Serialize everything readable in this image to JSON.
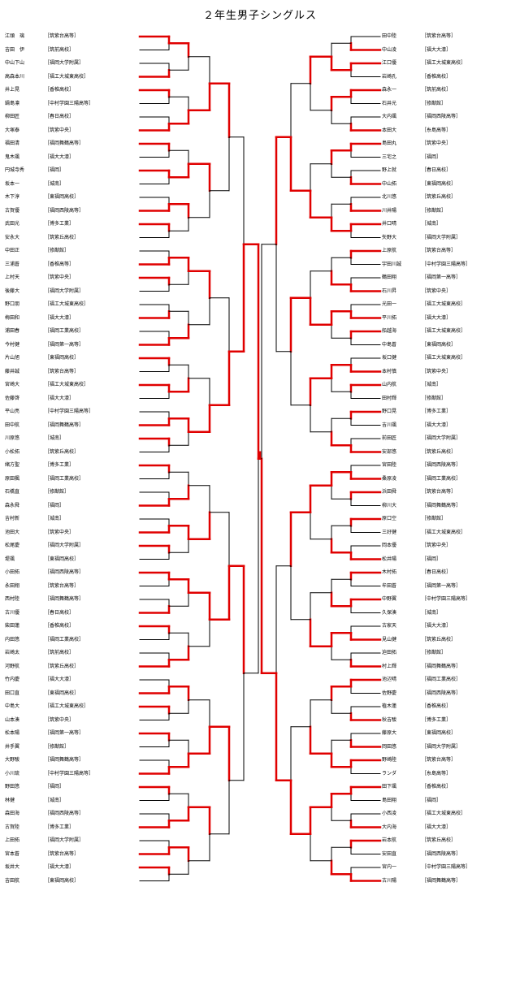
{
  "title": "２年生男子シングルス",
  "colors": {
    "win": "#e00000",
    "line": "#000000",
    "grid": "#c8c8c8"
  },
  "left_players": [
    {
      "name": "江頭　璃",
      "school": "［筑紫台高等］"
    },
    {
      "name": "吉田　伊",
      "school": "［筑前高校］"
    },
    {
      "name": "中山下山",
      "school": "［福岡大学附属］"
    },
    {
      "name": "高森本川",
      "school": "［福工大城東高校］"
    },
    {
      "name": "井上晃",
      "school": "［香椎高校］"
    },
    {
      "name": "鍋島凛",
      "school": "［中村学園三陽高等］"
    },
    {
      "name": "柳田匠",
      "school": "［春日高校］"
    },
    {
      "name": "大塚泰",
      "school": "［筑紫中央］"
    },
    {
      "name": "福田清",
      "school": "［福岡舞鶴高等］"
    },
    {
      "name": "鬼木颯",
      "school": "［福大大濠］"
    },
    {
      "name": "円城寺秀",
      "school": "［福岡］"
    },
    {
      "name": "坂本一",
      "school": "［城南］"
    },
    {
      "name": "木下淳",
      "school": "［東福岡高校］"
    },
    {
      "name": "古賀優",
      "school": "［福岡西陵高等］"
    },
    {
      "name": "武田光",
      "school": "［博多工業］"
    },
    {
      "name": "安永大",
      "school": "［筑紫丘高校］"
    },
    {
      "name": "中田正",
      "school": "［修猷館］"
    },
    {
      "name": "三浦蒼",
      "school": "［香椎高等］"
    },
    {
      "name": "上村天",
      "school": "［筑紫中央］"
    },
    {
      "name": "後藤大",
      "school": "［福岡大学附属］"
    },
    {
      "name": "野口朋",
      "school": "［福工大城東高校］"
    },
    {
      "name": "梅田和",
      "school": "［福大大濠］"
    },
    {
      "name": "浦田春",
      "school": "［福岡工業高校］"
    },
    {
      "name": "今村健",
      "school": "［福岡第一高等］"
    },
    {
      "name": "片山旭",
      "school": "［東福岡高校］"
    },
    {
      "name": "藤井誠",
      "school": "［筑紫台高等］"
    },
    {
      "name": "宮崎大",
      "school": "［福工大城東高校］"
    },
    {
      "name": "佐藤啓",
      "school": "［福大大濠］"
    },
    {
      "name": "平山亮",
      "school": "［中村学園三陽高等］"
    },
    {
      "name": "田中航",
      "school": "［福岡舞鶴高等］"
    },
    {
      "name": "川原悠",
      "school": "［城南］"
    },
    {
      "name": "小松拓",
      "school": "［筑紫丘高校］"
    },
    {
      "name": "緒方聖",
      "school": "［博多工業］"
    },
    {
      "name": "原田楓",
      "school": "［福岡工業高校］"
    },
    {
      "name": "石橋直",
      "school": "［修猷館］"
    },
    {
      "name": "森永舜",
      "school": "［福岡］"
    },
    {
      "name": "吉村新",
      "school": "［城南］"
    },
    {
      "name": "池田大",
      "school": "［筑紫中央］"
    },
    {
      "name": "松尾慶",
      "school": "［福岡大学附属］"
    },
    {
      "name": "堤颯",
      "school": "［東福岡高校］"
    },
    {
      "name": "小田拓",
      "school": "［福岡西陵高等］"
    },
    {
      "name": "永田翔",
      "school": "［筑紫台高等］"
    },
    {
      "name": "西村陸",
      "school": "［福岡舞鶴高等］"
    },
    {
      "name": "古川優",
      "school": "［春日高校］"
    },
    {
      "name": "柴田蓮",
      "school": "［香椎高校］"
    },
    {
      "name": "内田悠",
      "school": "［福岡工業高校］"
    },
    {
      "name": "岩崎太",
      "school": "［筑前高校］"
    },
    {
      "name": "河野航",
      "school": "［筑紫丘高校］"
    },
    {
      "name": "竹内慶",
      "school": "［福大大濠］"
    },
    {
      "name": "田口直",
      "school": "［東福岡高校］"
    },
    {
      "name": "中島大",
      "school": "［福工大城東高校］"
    },
    {
      "name": "山本湊",
      "school": "［筑紫中央］"
    },
    {
      "name": "松本陽",
      "school": "［福岡第一高等］"
    },
    {
      "name": "井手翼",
      "school": "［修猷館］"
    },
    {
      "name": "大野駿",
      "school": "［福岡舞鶴高等］"
    },
    {
      "name": "小川琉",
      "school": "［中村学園三陽高等］"
    },
    {
      "name": "野田悠",
      "school": "［福岡］"
    },
    {
      "name": "林健",
      "school": "［城南］"
    },
    {
      "name": "森田海",
      "school": "［福岡西陵高等］"
    },
    {
      "name": "古賀陸",
      "school": "［博多工業］"
    },
    {
      "name": "上田拓",
      "school": "［福岡大学附属］"
    },
    {
      "name": "宮本蒼",
      "school": "［筑紫台高等］"
    },
    {
      "name": "坂井大",
      "school": "［福大大濠］"
    },
    {
      "name": "吉田航",
      "school": "［東福岡高校］"
    }
  ],
  "right_players": [
    {
      "name": "田中陸",
      "school": "［筑紫台高等］"
    },
    {
      "name": "中山凌",
      "school": "［福大大濠］"
    },
    {
      "name": "江口優",
      "school": "［福工大城東高校］"
    },
    {
      "name": "岩崎孔",
      "school": "［香椎高校］"
    },
    {
      "name": "森永一",
      "school": "［筑前高校］"
    },
    {
      "name": "石井光",
      "school": "［修猷館］"
    },
    {
      "name": "大内颯",
      "school": "［福岡西陵高等］"
    },
    {
      "name": "本田大",
      "school": "［糸島高等］"
    },
    {
      "name": "島田丸",
      "school": "［筑紫中央］"
    },
    {
      "name": "三宅之",
      "school": "［福岡］"
    },
    {
      "name": "野上就",
      "school": "［春日高校］"
    },
    {
      "name": "中山拓",
      "school": "［東福岡高校］"
    },
    {
      "name": "北川悠",
      "school": "［筑紫丘高校］"
    },
    {
      "name": "川井陽",
      "school": "［修猷館］"
    },
    {
      "name": "井口晴",
      "school": "［城南］"
    },
    {
      "name": "矢野大",
      "school": "［福岡大学附属］"
    },
    {
      "name": "上原航",
      "school": "［筑紫台高等］"
    },
    {
      "name": "宇田川誠",
      "school": "［中村学園三陽高等］"
    },
    {
      "name": "鶴田翔",
      "school": "［福岡第一高等］"
    },
    {
      "name": "石川昇",
      "school": "［筑紫中央］"
    },
    {
      "name": "光田一",
      "school": "［福工大城東高校］"
    },
    {
      "name": "平川拓",
      "school": "［福大大濠］"
    },
    {
      "name": "船越海",
      "school": "［福工大城東高校］"
    },
    {
      "name": "中島蒼",
      "school": "［東福岡高校］"
    },
    {
      "name": "坂口健",
      "school": "［福工大城東高校］"
    },
    {
      "name": "本村慎",
      "school": "［筑紫中央］"
    },
    {
      "name": "山内航",
      "school": "［城南］"
    },
    {
      "name": "田村輝",
      "school": "［修猷館］"
    },
    {
      "name": "野口晃",
      "school": "［博多工業］"
    },
    {
      "name": "吉川颯",
      "school": "［福大大濠］"
    },
    {
      "name": "前田匠",
      "school": "［福岡大学附属］"
    },
    {
      "name": "安部悠",
      "school": "［筑紫丘高校］"
    },
    {
      "name": "宮田陸",
      "school": "［福岡西陵高等］"
    },
    {
      "name": "桑原凌",
      "school": "［福岡工業高校］"
    },
    {
      "name": "浜田舜",
      "school": "［筑紫台高等］"
    },
    {
      "name": "柳川大",
      "school": "［福岡舞鶴高等］"
    },
    {
      "name": "原口空",
      "school": "［修猷館］"
    },
    {
      "name": "三好健",
      "school": "［福工大城東高校］"
    },
    {
      "name": "岡本優",
      "school": "［筑紫中央］"
    },
    {
      "name": "松井陽",
      "school": "［福岡］"
    },
    {
      "name": "木村拓",
      "school": "［春日高校］"
    },
    {
      "name": "牟田蒼",
      "school": "［福岡第一高等］"
    },
    {
      "name": "中野翼",
      "school": "［中村学園三陽高等］"
    },
    {
      "name": "久保湊",
      "school": "［城南］"
    },
    {
      "name": "古家天",
      "school": "［福大大濠］"
    },
    {
      "name": "見山健",
      "school": "［筑紫丘高校］"
    },
    {
      "name": "迫田拓",
      "school": "［修猷館］"
    },
    {
      "name": "村上輝",
      "school": "［福岡舞鶴高等］"
    },
    {
      "name": "池辺晴",
      "school": "［福岡工業高校］"
    },
    {
      "name": "佐野慶",
      "school": "［福岡西陵高等］"
    },
    {
      "name": "植木蓮",
      "school": "［香椎高校］"
    },
    {
      "name": "秋吉駿",
      "school": "［博多工業］"
    },
    {
      "name": "藤原大",
      "school": "［東福岡高校］"
    },
    {
      "name": "岡田悠",
      "school": "［福岡大学附属］"
    },
    {
      "name": "野崎陸",
      "school": "［筑紫台高等］"
    },
    {
      "name": "ランダ",
      "school": "［糸島高等］"
    },
    {
      "name": "田下颯",
      "school": "［香椎高校］"
    },
    {
      "name": "島田翔",
      "school": "［福岡］"
    },
    {
      "name": "小西凌",
      "school": "［福工大城東高校］"
    },
    {
      "name": "大内海",
      "school": "［福大大濠］"
    },
    {
      "name": "岩本航",
      "school": "［筑紫丘高校］"
    },
    {
      "name": "安田直",
      "school": "［福岡西陵高等］"
    },
    {
      "name": "宮内一",
      "school": "［中村学園三陽高等］"
    },
    {
      "name": "古川陽",
      "school": "［福岡舞鶴高等］"
    }
  ],
  "results": {
    "left": {
      "r1": [
        0,
        1,
        0,
        1,
        0,
        0,
        1,
        0,
        1,
        0,
        1,
        1,
        0,
        0,
        1,
        0,
        0,
        1,
        1,
        0,
        0,
        1,
        0,
        1,
        1,
        0,
        0,
        1,
        0,
        1,
        1,
        0
      ],
      "r2": [
        0,
        1,
        1,
        0,
        0,
        1,
        1,
        0,
        1,
        0,
        0,
        1,
        0,
        1,
        1,
        0
      ],
      "r3": [
        1,
        0,
        0,
        1,
        1,
        0,
        1,
        0
      ],
      "r4": [
        0,
        1,
        1,
        0
      ],
      "r5": [
        1,
        0
      ],
      "r6": [
        0
      ]
    },
    "right": {
      "r1": [
        1,
        0,
        0,
        1,
        0,
        1,
        1,
        0,
        0,
        1,
        1,
        0,
        1,
        0,
        0,
        1,
        1,
        0,
        0,
        1,
        0,
        0,
        1,
        1,
        0,
        1,
        1,
        0,
        0,
        1,
        0,
        1
      ],
      "r2": [
        1,
        0,
        0,
        1,
        1,
        0,
        0,
        1,
        0,
        1,
        1,
        0,
        0,
        1,
        0,
        1
      ],
      "r3": [
        0,
        1,
        1,
        0,
        0,
        1,
        1,
        0
      ],
      "r4": [
        1,
        0,
        0,
        1
      ],
      "r5": [
        0,
        1
      ],
      "r6": [
        1
      ]
    },
    "final": 0
  }
}
